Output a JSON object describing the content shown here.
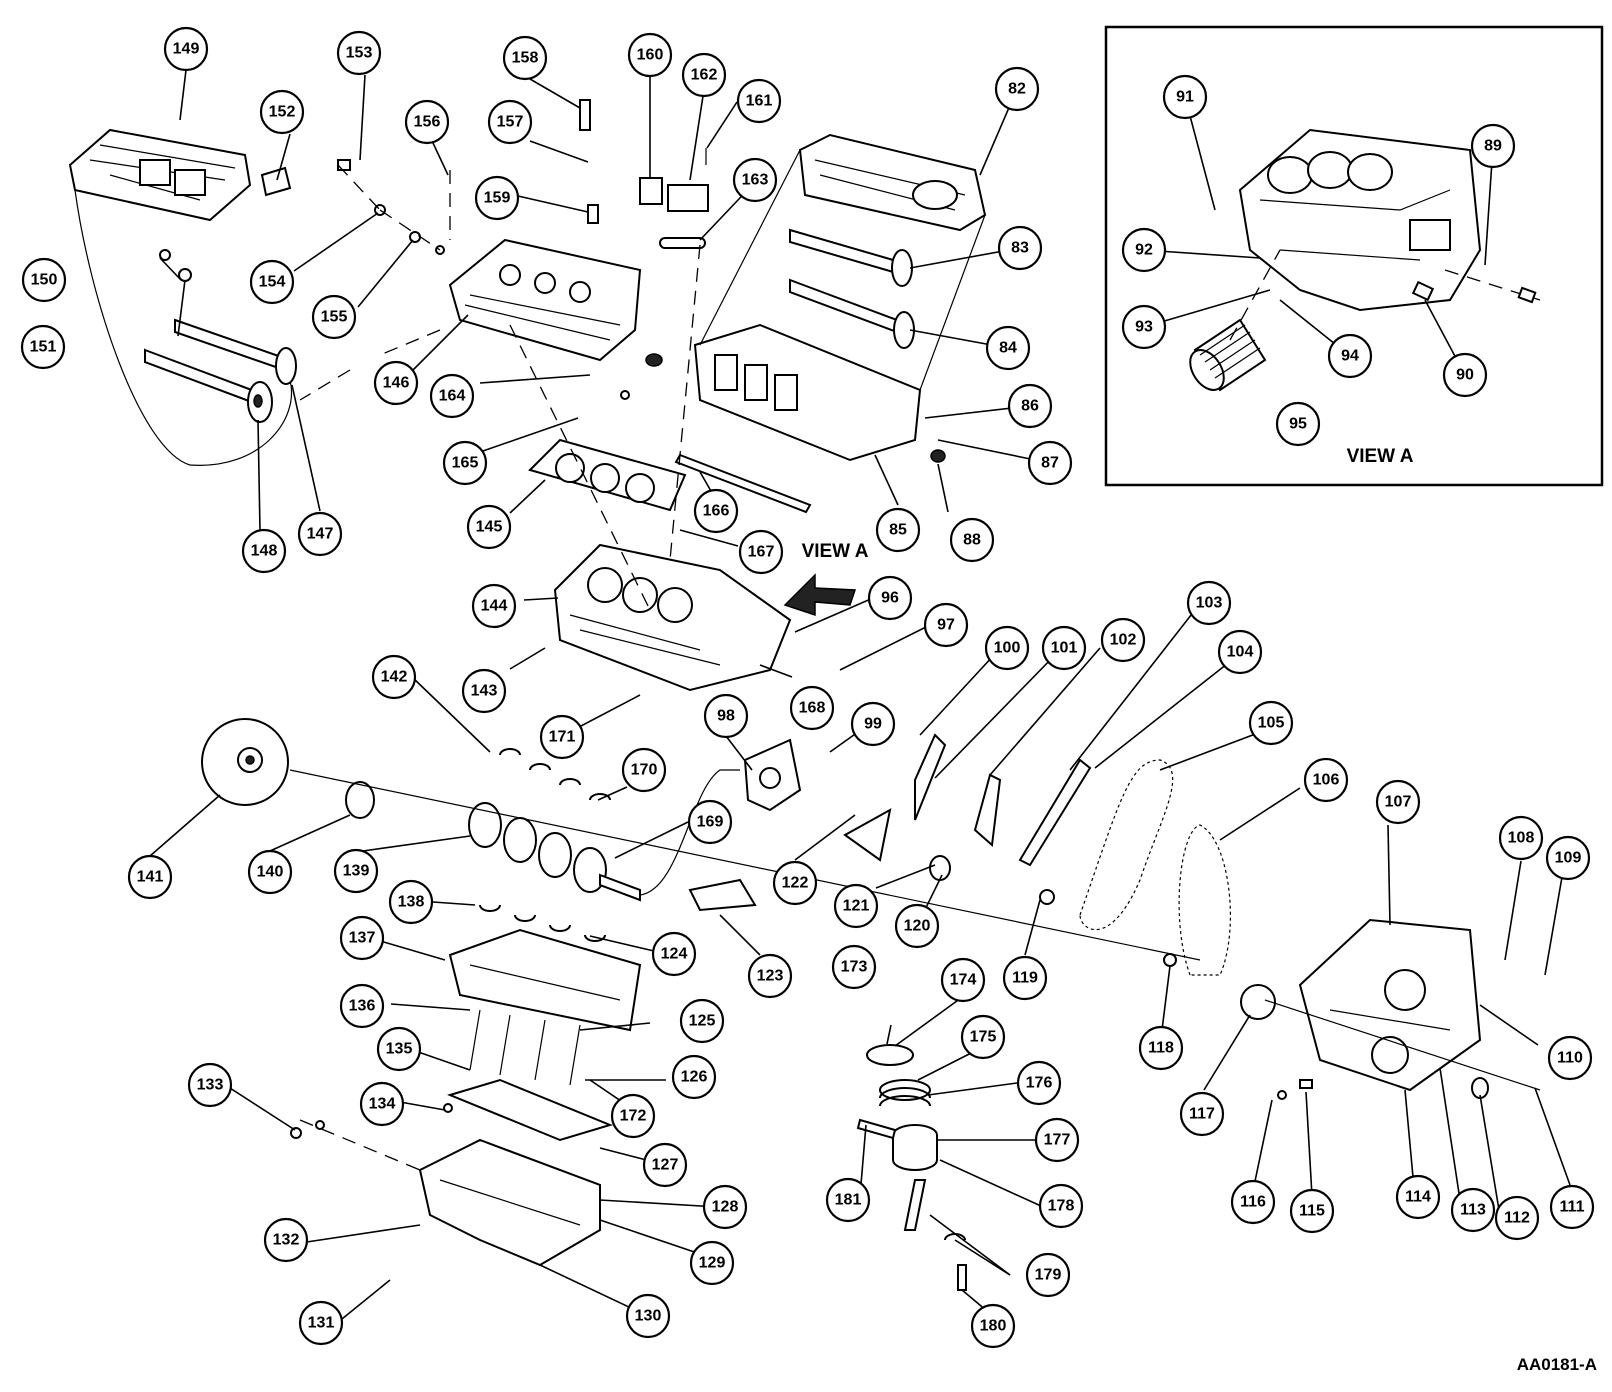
{
  "view_a_box_label": "VIEW A",
  "view_a_arrow_label": "VIEW A",
  "figure_code": "AA0181-A",
  "callouts": [
    "82",
    "83",
    "84",
    "85",
    "86",
    "87",
    "88",
    "89",
    "90",
    "91",
    "92",
    "93",
    "94",
    "95",
    "96",
    "97",
    "98",
    "99",
    "100",
    "101",
    "102",
    "103",
    "104",
    "105",
    "106",
    "107",
    "108",
    "109",
    "110",
    "111",
    "112",
    "113",
    "114",
    "115",
    "116",
    "117",
    "118",
    "119",
    "120",
    "121",
    "122",
    "123",
    "124",
    "125",
    "126",
    "127",
    "128",
    "129",
    "130",
    "131",
    "132",
    "133",
    "134",
    "135",
    "136",
    "137",
    "138",
    "139",
    "140",
    "141",
    "142",
    "143",
    "144",
    "145",
    "146",
    "147",
    "148",
    "149",
    "150",
    "151",
    "152",
    "153",
    "154",
    "155",
    "156",
    "157",
    "158",
    "159",
    "160",
    "161",
    "162",
    "163",
    "164",
    "165",
    "166",
    "167",
    "168",
    "169",
    "170",
    "171",
    "172",
    "173",
    "174",
    "175",
    "176",
    "177",
    "178",
    "179",
    "180",
    "181"
  ]
}
